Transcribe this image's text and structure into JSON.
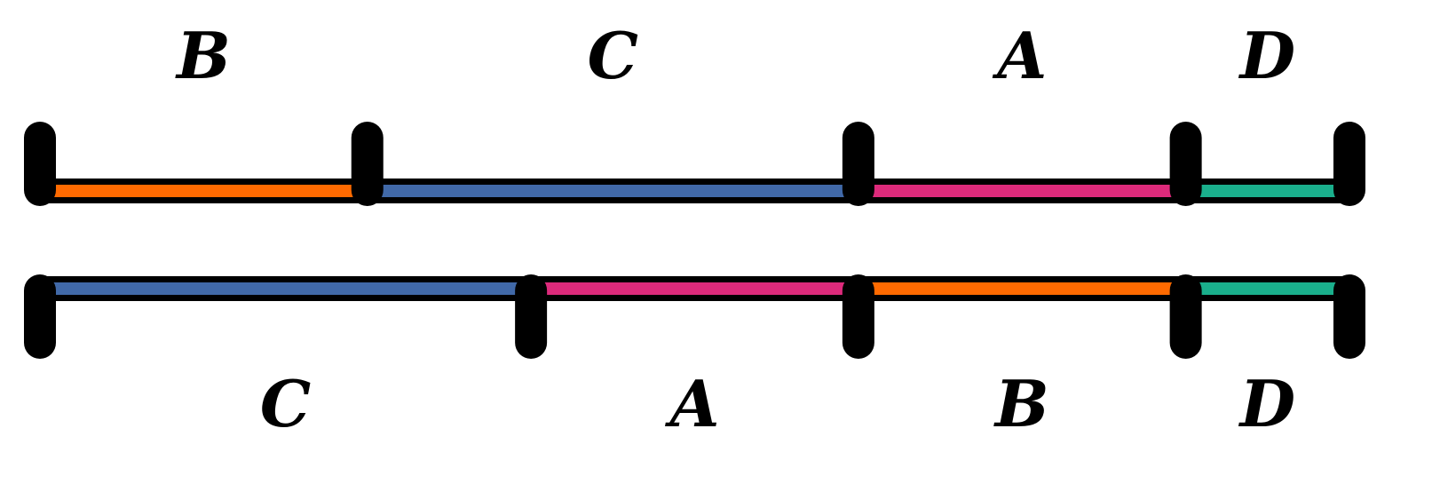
{
  "colors": {
    "outline": "#000000",
    "background": "#ffffff",
    "A": "#dd2a7b",
    "B": "#ff6a00",
    "C": "#4169a8",
    "D": "#1aaf8c"
  },
  "bars": [
    {
      "name": "top-bar",
      "label_side": "above",
      "segments": [
        {
          "label": "B",
          "color": "#ff6a00",
          "length": 3.8
        },
        {
          "label": "C",
          "color": "#4169a8",
          "length": 5.7
        },
        {
          "label": "A",
          "color": "#dd2a7b",
          "length": 3.8
        },
        {
          "label": "D",
          "color": "#1aaf8c",
          "length": 1.9
        }
      ]
    },
    {
      "name": "bottom-bar",
      "label_side": "below",
      "segments": [
        {
          "label": "C",
          "color": "#4169a8",
          "length": 5.7
        },
        {
          "label": "A",
          "color": "#dd2a7b",
          "length": 3.8
        },
        {
          "label": "B",
          "color": "#ff6a00",
          "length": 3.8
        },
        {
          "label": "D",
          "color": "#1aaf8c",
          "length": 1.9
        }
      ]
    }
  ]
}
